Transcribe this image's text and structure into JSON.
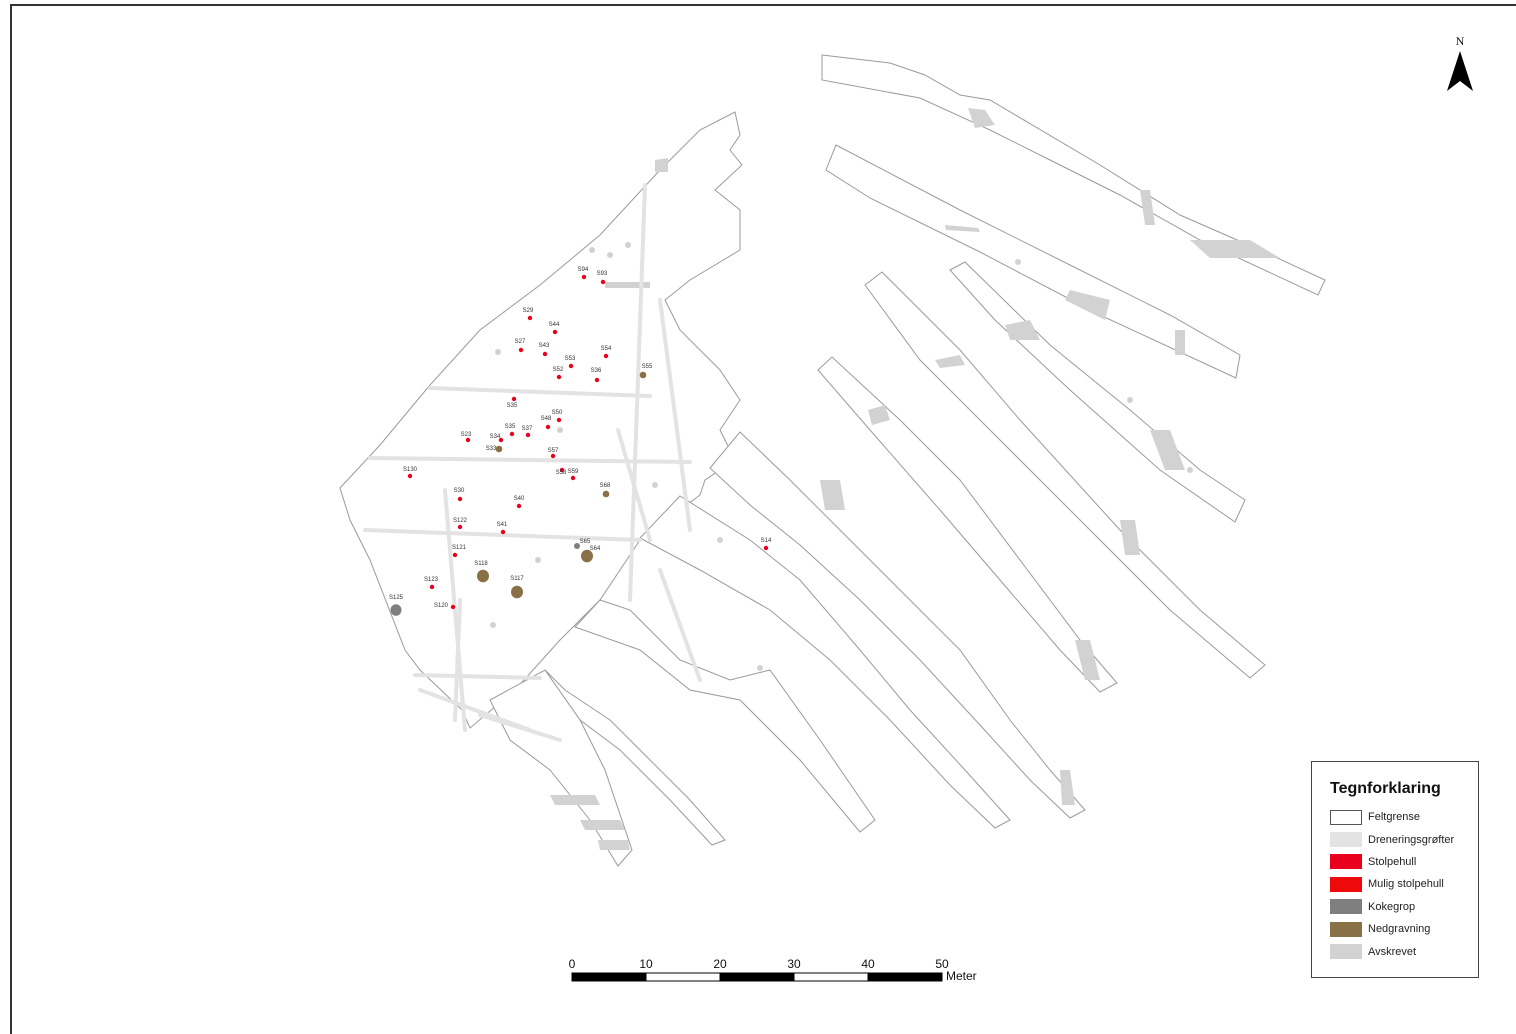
{
  "colors": {
    "feltgrense_fill": "#ffffff",
    "feltgrense_stroke": "#9a9a9a",
    "drenering": "#e3e3e3",
    "stolpehull": "#e8001c",
    "mulig_stolpehull": "#ee0a0a",
    "kokegrop": "#7f7f7f",
    "nedgravning": "#8a7047",
    "avskrevet": "#d2d2d2"
  },
  "north": {
    "label": "N",
    "icon": "north-arrow-icon"
  },
  "legend": {
    "title": "Tegnforklaring",
    "items": [
      {
        "label": "Feltgrense",
        "swatch": "outline"
      },
      {
        "label": "Dreneringsgrøfter",
        "swatch": "drenering"
      },
      {
        "label": "Stolpehull",
        "swatch": "stolpehull"
      },
      {
        "label": "Mulig stolpehull",
        "swatch": "mulig_stolpehull"
      },
      {
        "label": "Kokegrop",
        "swatch": "kokegrop"
      },
      {
        "label": "Nedgravning",
        "swatch": "nedgravning"
      },
      {
        "label": "Avskrevet",
        "swatch": "avskrevet"
      }
    ]
  },
  "scale_bar": {
    "ticks": [
      "0",
      "10",
      "20",
      "30",
      "40",
      "50"
    ],
    "unit": "Meter"
  },
  "features": [
    {
      "id": "S94",
      "kind": "stolpehull"
    },
    {
      "id": "S93",
      "kind": "stolpehull"
    },
    {
      "id": "S29",
      "kind": "stolpehull"
    },
    {
      "id": "S44",
      "kind": "stolpehull"
    },
    {
      "id": "S27",
      "kind": "stolpehull"
    },
    {
      "id": "S43",
      "kind": "stolpehull"
    },
    {
      "id": "S54",
      "kind": "stolpehull"
    },
    {
      "id": "S53",
      "kind": "stolpehull"
    },
    {
      "id": "S52",
      "kind": "stolpehull"
    },
    {
      "id": "S36",
      "kind": "stolpehull"
    },
    {
      "id": "S55",
      "kind": "nedgravning"
    },
    {
      "id": "S35",
      "kind": "stolpehull"
    },
    {
      "id": "S50",
      "kind": "stolpehull"
    },
    {
      "id": "S48",
      "kind": "stolpehull"
    },
    {
      "id": "S35",
      "kind": "stolpehull"
    },
    {
      "id": "S37",
      "kind": "stolpehull"
    },
    {
      "id": "S23",
      "kind": "stolpehull"
    },
    {
      "id": "S34",
      "kind": "stolpehull"
    },
    {
      "id": "S33",
      "kind": "nedgravning"
    },
    {
      "id": "S57",
      "kind": "stolpehull"
    },
    {
      "id": "S130",
      "kind": "stolpehull"
    },
    {
      "id": "S58",
      "kind": "stolpehull"
    },
    {
      "id": "S59",
      "kind": "stolpehull"
    },
    {
      "id": "S68",
      "kind": "nedgravning"
    },
    {
      "id": "S30",
      "kind": "stolpehull"
    },
    {
      "id": "S40",
      "kind": "stolpehull"
    },
    {
      "id": "S122",
      "kind": "stolpehull"
    },
    {
      "id": "S41",
      "kind": "stolpehull"
    },
    {
      "id": "S121",
      "kind": "stolpehull"
    },
    {
      "id": "S65",
      "kind": "kokegrop"
    },
    {
      "id": "S64",
      "kind": "nedgravning"
    },
    {
      "id": "S14",
      "kind": "stolpehull"
    },
    {
      "id": "S118",
      "kind": "nedgravning"
    },
    {
      "id": "S117",
      "kind": "nedgravning"
    },
    {
      "id": "S123",
      "kind": "stolpehull"
    },
    {
      "id": "S125",
      "kind": "kokegrop"
    },
    {
      "id": "S120",
      "kind": "stolpehull"
    }
  ]
}
